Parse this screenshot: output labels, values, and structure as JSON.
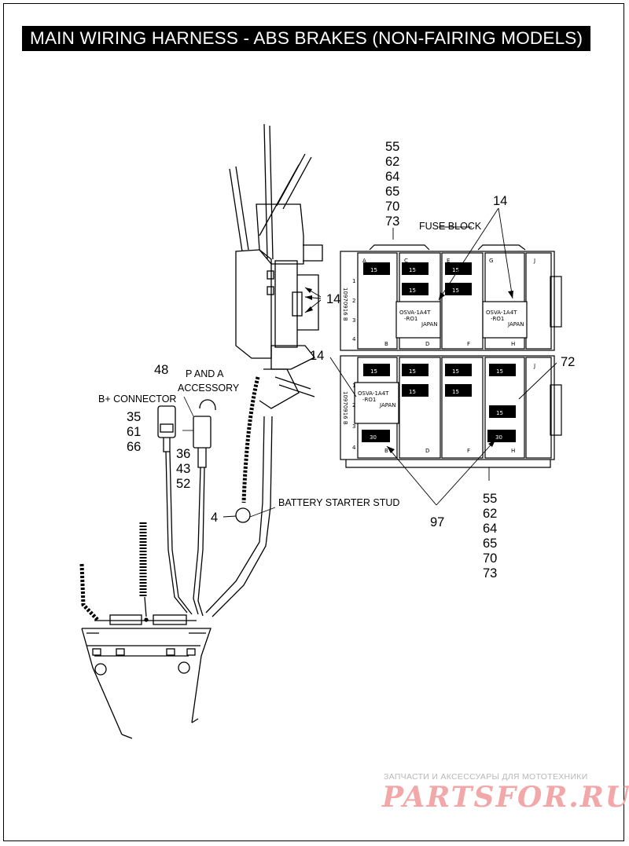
{
  "title": "MAIN WIRING HARNESS - ABS BRAKES (NON-FAIRING MODELS)",
  "callouts": {
    "fuse_block_top_list": [
      "55",
      "62",
      "64",
      "65",
      "70",
      "73"
    ],
    "fuse_block_bottom_list": [
      "55",
      "62",
      "64",
      "65",
      "70",
      "73"
    ],
    "item_14_top": "14",
    "item_14_harness": "14",
    "item_14_left": "14",
    "item_72": "72",
    "item_97": "97",
    "item_48": "48",
    "b_plus_list": [
      "35",
      "61",
      "66"
    ],
    "p_and_a_list": [
      "36",
      "43",
      "52"
    ],
    "item_4": "4"
  },
  "labels": {
    "fuse_block": "FUSE BLOCK",
    "p_and_a_line1": "P AND A",
    "p_and_a_line2": "ACCESSORY",
    "b_plus_connector": "B+ CONNECTOR",
    "battery_starter_stud": "BATTERY STARTER STUD"
  },
  "fuse_block_markings": {
    "columns_top": [
      "A",
      "C",
      "E",
      "G",
      "J"
    ],
    "columns_bottom": [
      "B",
      "D",
      "F",
      "H"
    ],
    "row_numbers": [
      "1",
      "2",
      "3",
      "4"
    ],
    "part_number": "10970916 B",
    "relay_text_1": "OSVA-1A4T",
    "relay_text_2": "-RO1",
    "relay_text_3": "JAPAN",
    "fuse_15": "15",
    "fuse_30": "30"
  },
  "watermark": {
    "tagline": "ЗАПЧАСТИ И АКСЕССУАРЫ ДЛЯ МОТОТЕХНИКИ",
    "logo": "PARTSFOR.RU"
  }
}
